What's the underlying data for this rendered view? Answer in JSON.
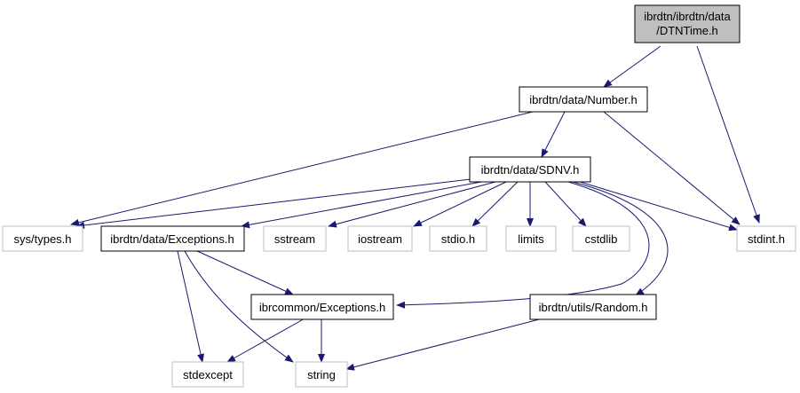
{
  "colors": {
    "edge": "#191970",
    "node_border_documented": "#000000",
    "node_border_external": "#bfbfbf",
    "root_fill": "#bfbfbf",
    "node_fill": "#ffffff"
  },
  "nodes": {
    "root": {
      "line1": "ibrdtn/ibrdtn/data",
      "line2": "/DTNTime.h"
    },
    "number": "ibrdtn/data/Number.h",
    "sdnv": "ibrdtn/data/SDNV.h",
    "sys_types": "sys/types.h",
    "data_exceptions": "ibrdtn/data/Exceptions.h",
    "sstream": "sstream",
    "iostream": "iostream",
    "stdio": "stdio.h",
    "limits": "limits",
    "cstdlib": "cstdlib",
    "stdint": "stdint.h",
    "ibrcommon_exceptions": "ibrcommon/Exceptions.h",
    "random": "ibrdtn/utils/Random.h",
    "stdexcept": "stdexcept",
    "string": "string"
  }
}
